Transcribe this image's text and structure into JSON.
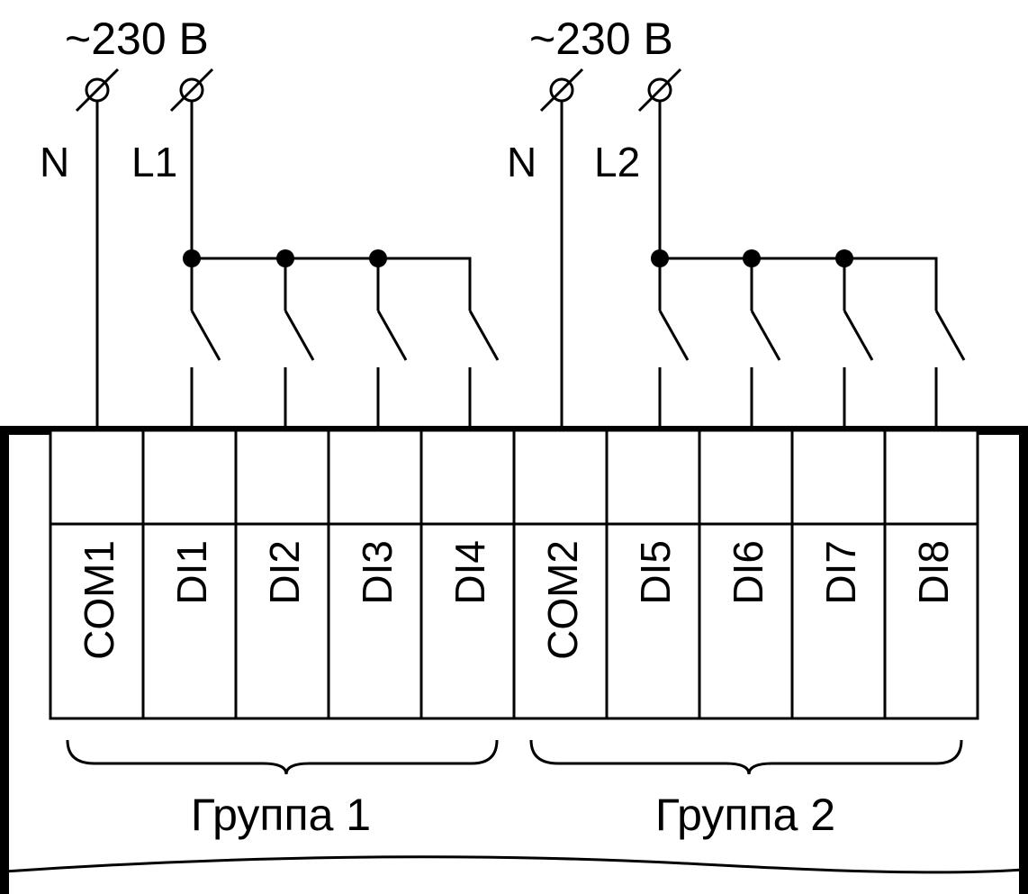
{
  "supplies": [
    {
      "voltage": "~230 В",
      "neutral": "N",
      "line": "L1"
    },
    {
      "voltage": "~230 В",
      "neutral": "N",
      "line": "L2"
    }
  ],
  "terminals": [
    "COM1",
    "DI1",
    "DI2",
    "DI3",
    "DI4",
    "COM2",
    "DI5",
    "DI6",
    "DI7",
    "DI8"
  ],
  "groups": [
    {
      "label": "Группа 1"
    },
    {
      "label": "Группа 2"
    }
  ]
}
